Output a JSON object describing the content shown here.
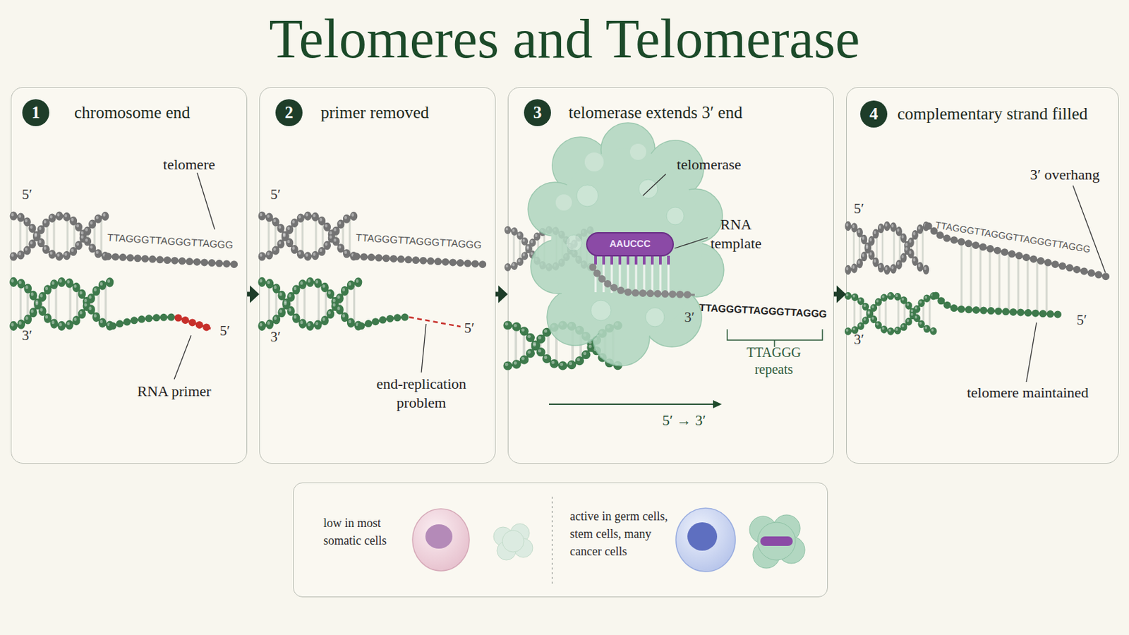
{
  "diagram": {
    "title": "Telomeres and Telomerase",
    "nodes": [
      {
        "text": [
          "chromosome end"
        ]
      },
      {
        "text": [
          "1"
        ],
        "in": 0
      },
      {
        "text": [
          "primer removed"
        ]
      },
      {
        "text": [
          "2"
        ],
        "in": 2
      },
      {
        "text": [
          "telomerase extends 3′ end"
        ]
      },
      {
        "text": [
          "3"
        ],
        "in": 4
      },
      {
        "text": [
          "complementary strand filled"
        ]
      },
      {
        "text": [
          "4"
        ],
        "in": 6
      },
      {
        "text": [
          "low in most somatic cells",
          "active in germ cells, stem cells, many cancer cells"
        ]
      }
    ],
    "edges": [
      {
        "from": 0,
        "to": 2,
        "arrow": "to"
      },
      {
        "from": 2,
        "to": 4,
        "arrow": "to"
      },
      {
        "from": 4,
        "to": 6,
        "arrow": "to"
      }
    ],
    "labels": [
      "5′",
      "telomere",
      "TTAGGGTTAGGGTTAGGG",
      "3′",
      "5′",
      "RNA primer",
      "5′",
      "TTAGGGTTAGGGTTAGGG",
      "3′",
      "5′",
      "end-replication problem",
      "telomerase",
      "AAUCCC",
      "RNA template",
      "3′",
      "TTAGGGTTAGGGTTAGGG",
      "TTAGGG repeats",
      "5′ → 3′",
      "3′ overhang",
      "5′",
      "TTAGGGTTAGGGTTAGGGTTAGGG",
      "3′",
      "5′",
      "telomere maintained"
    ]
  }
}
